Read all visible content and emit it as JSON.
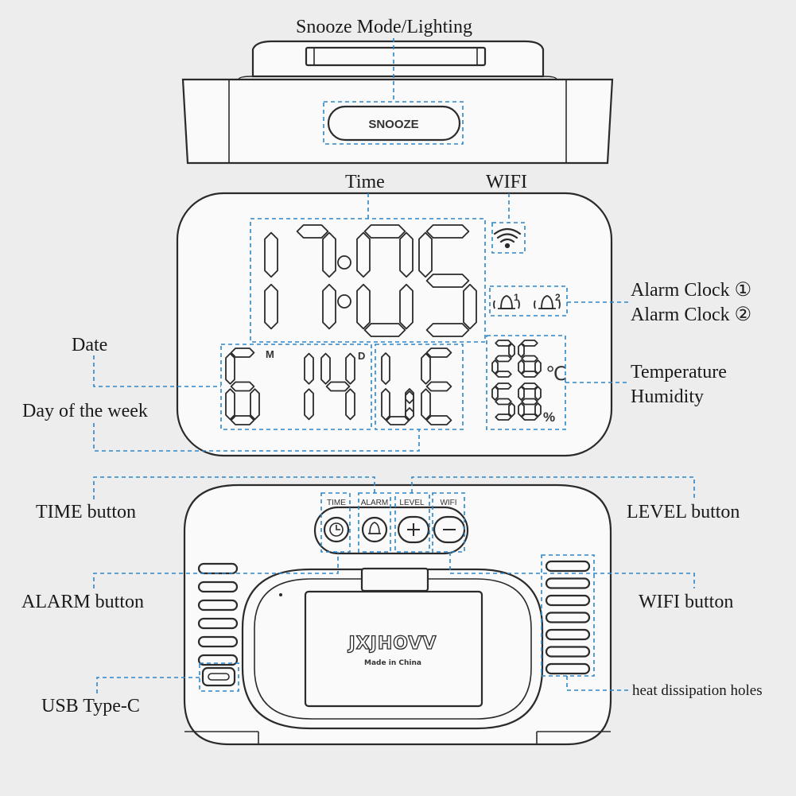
{
  "labels": {
    "snooze_mode": "Snooze Mode/Lighting",
    "time": "Time",
    "wifi": "WIFI",
    "alarm_clock_1": "Alarm Clock ①",
    "alarm_clock_2": "Alarm Clock ②",
    "date": "Date",
    "day_of_week": "Day of the week",
    "temperature": "Temperature",
    "humidity": "Humidity",
    "time_button": "TIME button",
    "level_button": "LEVEL button",
    "alarm_button": "ALARM button",
    "wifi_button": "WIFI button",
    "usb": "USB Type-C",
    "heat_holes": "heat dissipation holes"
  },
  "device": {
    "snooze_key": "SNOOZE",
    "display": {
      "time": "17:05",
      "date_month": "6",
      "date_day": "14",
      "date_month_marker": "M",
      "date_day_marker": "D",
      "weekday": "WE",
      "temperature": "26",
      "temperature_unit": "℃",
      "humidity": "58",
      "humidity_unit": "%",
      "alarm_1_index": "1",
      "alarm_2_index": "2"
    },
    "buttons": [
      "TIME",
      "ALARM",
      "LEVEL",
      "WIFI"
    ],
    "brand": "JXJHOVV",
    "made_in": "Made in China"
  },
  "colors": {
    "callout": "#2e86c8",
    "background": "#ededed",
    "outline": "#2b2b2b"
  }
}
